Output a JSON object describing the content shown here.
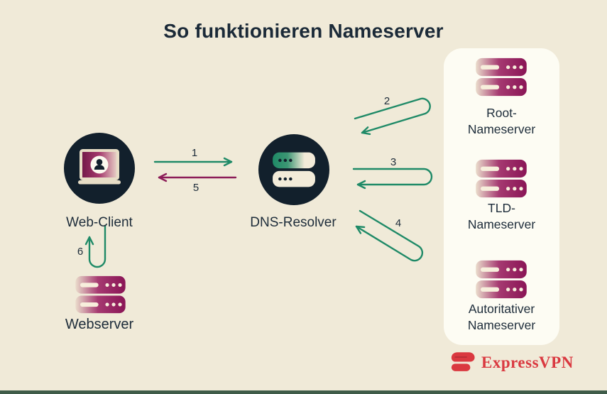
{
  "title": "So funktionieren Nameserver",
  "nodes": {
    "web_client": {
      "label": "Web-Client",
      "icon": "laptop-user-icon"
    },
    "dns_resolver": {
      "label": "DNS-Resolver",
      "icon": "server-stack-icon"
    },
    "webserver": {
      "label": "Webserver",
      "icon": "server-stack-icon"
    }
  },
  "panel": {
    "servers": [
      {
        "line1": "Root-",
        "line2": "Nameserver"
      },
      {
        "line1": "TLD-",
        "line2": "Nameserver"
      },
      {
        "line1": "Autoritativer",
        "line2": "Nameserver"
      }
    ]
  },
  "arrows": [
    {
      "number": "1",
      "from": "web-client",
      "to": "dns-resolver",
      "color": "green",
      "style": "straight-right"
    },
    {
      "number": "2",
      "from": "dns-resolver",
      "to": "root-nameserver",
      "color": "green",
      "style": "hairpin-up-right"
    },
    {
      "number": "3",
      "from": "dns-resolver",
      "to": "tld-nameserver",
      "color": "green",
      "style": "hairpin-right"
    },
    {
      "number": "4",
      "from": "dns-resolver",
      "to": "autoritativer-nameserver",
      "color": "green",
      "style": "hairpin-down-right"
    },
    {
      "number": "5",
      "from": "dns-resolver",
      "to": "web-client",
      "color": "magenta",
      "style": "straight-left"
    },
    {
      "number": "6",
      "from": "web-client",
      "to": "webserver",
      "color": "green",
      "style": "hairpin-down"
    }
  ],
  "brand": {
    "name": "ExpressVPN"
  },
  "colors": {
    "background": "#f0ead8",
    "panel": "#fdfcf3",
    "navy": "#12202c",
    "text": "#1d2c3a",
    "arrow_green": "#1f8a67",
    "arrow_magenta": "#8c1d58",
    "server_magenta": "#8a1556",
    "brand_red": "#da3940",
    "footer_bar": "#3f5c49"
  }
}
